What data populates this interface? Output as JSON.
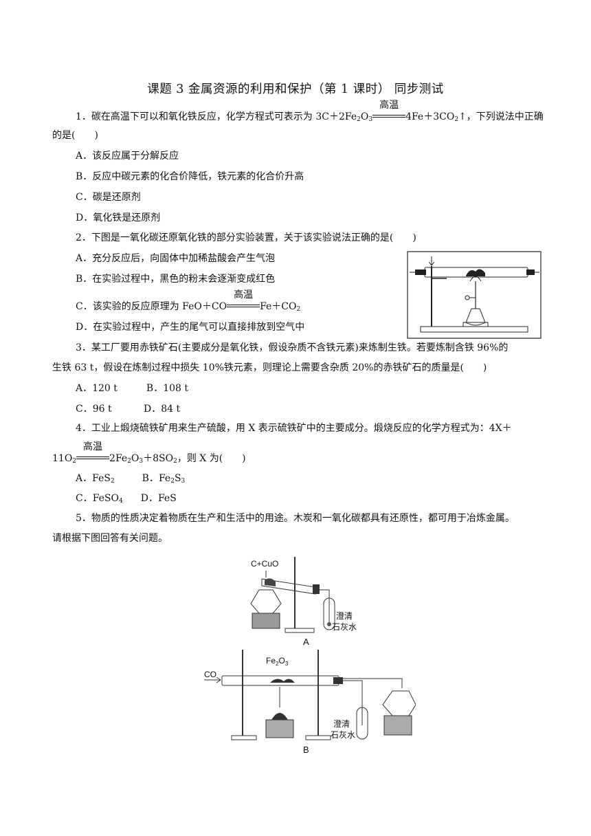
{
  "title": "课题 3 金属资源的利用和保护（第 1 课时）  同步测试",
  "q1": {
    "stem_a": "1．碳在高温下可以和氧化铁反应，化学方程式可表示为 3C＋2Fe",
    "stem_b": "O",
    "stem_c": "4Fe＋3CO",
    "stem_d": "↑，下列说法中正确",
    "stem_cont": "的是(　　)",
    "cond": "高温",
    "sub2": "2",
    "sub3": "3",
    "opts": [
      "A．该反应属于分解反应",
      "B．反应中碳元素的化合价降低，铁元素的化合价升高",
      "C．碳是还原剂",
      "D．氧化铁是还原剂"
    ]
  },
  "q2": {
    "stem": "2．下图是一氧化碳还原氧化铁的部分实验装置，关于该实验说法正确的是(　　)",
    "opt_a": "A．充分反应后，向固体中加稀盐酸会产生气泡",
    "opt_b": "B．在实验过程中，黑色的粉末会逐渐变成红色",
    "opt_c1": "C．该实验的反应原理为 FeO＋CO",
    "opt_c2": "Fe＋CO",
    "cond": "高温",
    "sub2": "2",
    "opt_d": "D．在实验过程中，产生的尾气可以直接排放到空气中"
  },
  "q3": {
    "stem1": "3．某工厂要用赤铁矿石(主要成分是氧化铁，假设杂质不含铁元素)来炼制生铁。若要炼制含铁 96%的",
    "stem2": "生铁 63 t，假设在炼制过程中损失 10%铁元素，则理论上需要含杂质 20%的赤铁矿石的质量是(　　)",
    "opts_row1": "A．120 t　　　B．108 t",
    "opts_row2": "C．96 t　　　 D．84 t"
  },
  "q4": {
    "stem1": "4．工业上煅烧硫铁矿用来生产硫酸，用 X 表示硫铁矿中的主要成分。煅烧反应的化学方程式为：4X＋",
    "stem2a": "11O",
    "stem2b": "2Fe",
    "stem2c": "O",
    "stem2d": "＋8SO",
    "stem2e": "，则 X 为(　　)",
    "cond": "高温",
    "sub2": "2",
    "sub3": "3",
    "opt_a": "A．FeS",
    "opt_b": "B．Fe",
    "opt_b2": "S",
    "opt_c": "C．FeSO",
    "opt_c_sub": "4",
    "opt_d": "D．FeS"
  },
  "q5": {
    "stem1": "5．物质的性质决定着物质在生产和生活中的用途。木炭和一氧化碳都具有还原性，都可用于冶炼金属。",
    "stem2": "请根据下图回答有关问题。"
  },
  "figA": {
    "reagent": "C+CuO",
    "water_l1": "澄清",
    "water_l2": "石灰水",
    "label": "A"
  },
  "figB": {
    "gas": "CO",
    "reagent_a": "Fe",
    "reagent_sub1": "2",
    "reagent_b": "O",
    "reagent_sub2": "3",
    "water_l1": "澄清",
    "water_l2": "石灰水",
    "label": "B"
  }
}
